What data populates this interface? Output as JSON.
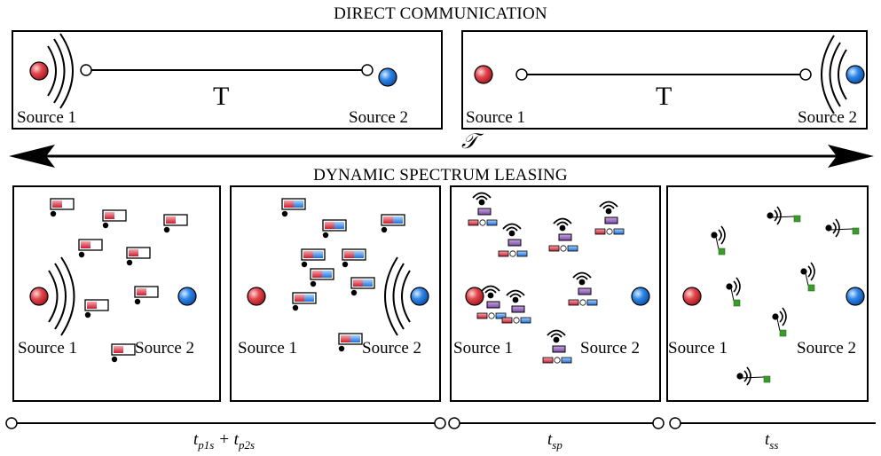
{
  "headers": {
    "direct": "DIRECT COMMUNICATION",
    "dsl": "DYNAMIC SPECTRUM LEASING"
  },
  "direct_panels": [
    {
      "source_left": "Source 1",
      "source_right": "Source 2",
      "link_label": "T"
    },
    {
      "source_left": "Source 1",
      "source_right": "Source 2",
      "link_label": "T"
    }
  ],
  "period_label": "𝒯",
  "dsl_panels": [
    {
      "source_left": "Source 1",
      "source_right": "Source 2"
    },
    {
      "source_left": "Source 1",
      "source_right": "Source 2"
    },
    {
      "source_left": "Source 1",
      "source_right": "Source 2"
    },
    {
      "source_left": "Source 1",
      "source_right": "Source 2"
    }
  ],
  "timeline": [
    {
      "label": "t",
      "sub": "p1s",
      "plus": " + t",
      "sub2": "p2s"
    },
    {
      "label": "t",
      "sub": "sp"
    },
    {
      "label": "t",
      "sub": "ss"
    }
  ],
  "colors": {
    "source_1": "#e0484f",
    "source_2": "#2f86e6",
    "relay_green": "#3a9a2a"
  }
}
